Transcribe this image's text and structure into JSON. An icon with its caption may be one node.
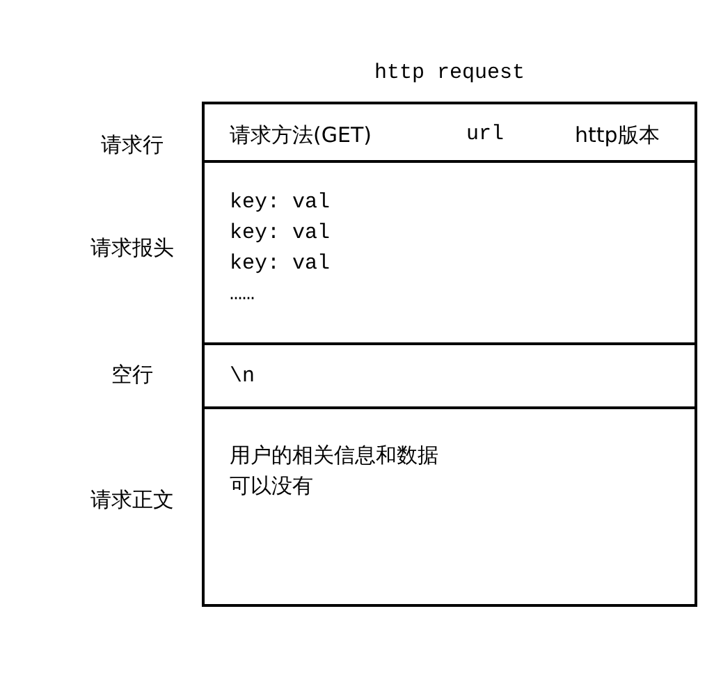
{
  "diagram": {
    "title": "http request",
    "nodes": [
      {
        "text": [
          "请求行",
          "请求方法(GET)",
          "url",
          "http版本"
        ]
      },
      {
        "text": [
          "请求报头",
          "key: val key: val key: val ……"
        ]
      },
      {
        "text": [
          "空行",
          "\\n"
        ]
      },
      {
        "text": [
          "请求正文",
          "用户的相关信息和数据可以没有"
        ]
      }
    ]
  }
}
